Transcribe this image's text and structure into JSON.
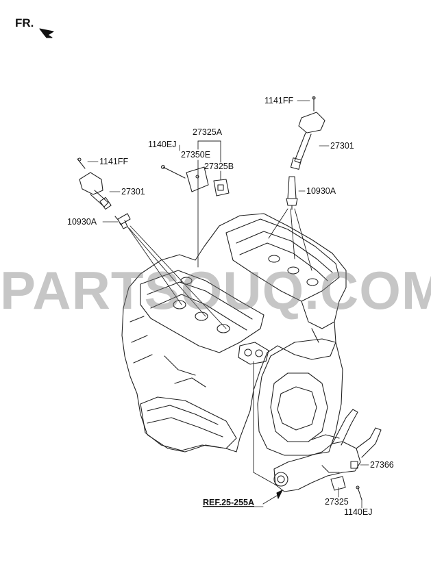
{
  "direction": {
    "label": "FR."
  },
  "watermark": {
    "text": "PARTSOUQ.COM"
  },
  "reference": {
    "label": "REF.25-255A"
  },
  "parts": {
    "bolt_top_right": "1141FF",
    "coil_right": "27301",
    "plug_right": "10930A",
    "sensor_group": "27325A",
    "bracket": "27350E",
    "sensor_top": "27325B",
    "bolt_bracket": "1140EJ",
    "bolt_left": "1141FF",
    "coil_left": "27301",
    "plug_left": "10930A",
    "connector": "27366",
    "sensor_bottom": "27325",
    "bolt_bottom": "1140EJ"
  }
}
